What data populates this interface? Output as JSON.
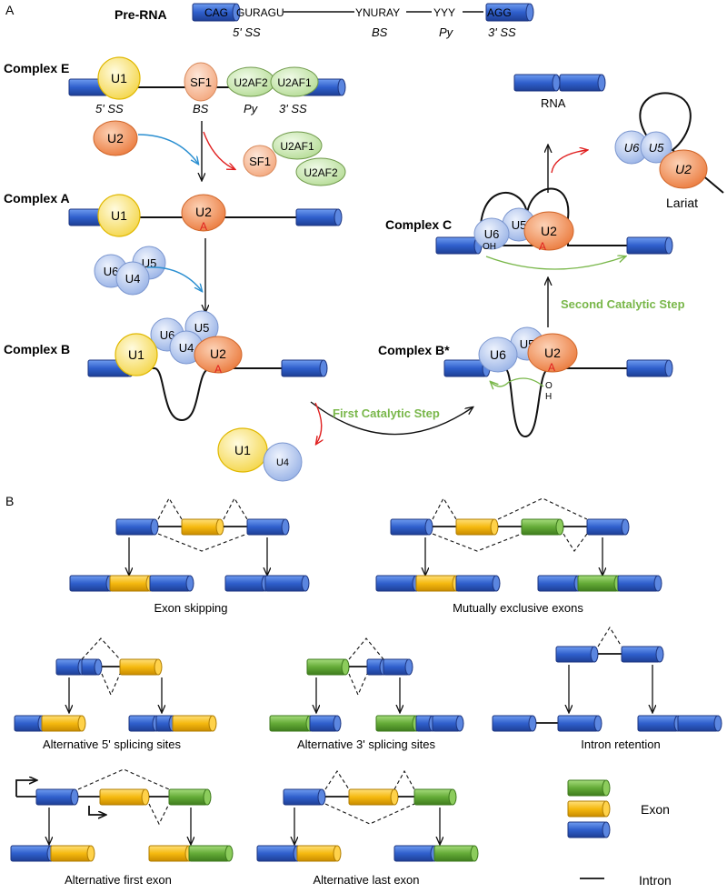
{
  "panel_a": {
    "label": "A",
    "pre_rna": {
      "title": "Pre-RNA",
      "seq_5ss": "CAG",
      "seq_gu": "GURAGU",
      "seq_bs": "YNURAY",
      "seq_py": "YYY",
      "seq_3ss": "AGG",
      "sub_5ss": "5' SS",
      "sub_bs": "BS",
      "sub_py": "Py",
      "sub_3ss": "3' SS"
    },
    "complex_e": {
      "title": "Complex E",
      "sub_5ss": "5' SS",
      "sub_bs": "BS",
      "sub_py": "Py",
      "sub_3ss": "3' SS"
    },
    "complex_a": {
      "title": "Complex A"
    },
    "complex_b": {
      "title": "Complex B"
    },
    "complex_bstar": {
      "title": "Complex B*"
    },
    "complex_c": {
      "title": "Complex C"
    },
    "rna": "RNA",
    "lariat": "Lariat",
    "first_step": "First Catalytic Step",
    "second_step": "Second Catalytic Step",
    "snrnp": {
      "u1": "U1",
      "u2": "U2",
      "u4": "U4",
      "u5": "U5",
      "u6": "U6",
      "sf1": "SF1",
      "u2af1": "U2AF1",
      "u2af2": "U2AF2"
    },
    "adenosine": "A",
    "oh": "OH",
    "o": "O",
    "h": "H"
  },
  "panel_b": {
    "label": "B",
    "exon_skipping": "Exon skipping",
    "mutually_exclusive": "Mutually exclusive exons",
    "alt5": "Alternative 5' splicing sites",
    "alt3": "Alternative 3' splicing sites",
    "intron_retention": "Intron retention",
    "alt_first": "Alternative first exon",
    "alt_last": "Alternative last exon",
    "legend_exon": "Exon",
    "legend_intron": "Intron"
  },
  "colors": {
    "blue_exon": "#3a6fd1",
    "yellow_exon": "#f5c010",
    "green_exon": "#6fb23e",
    "u1": "#f7e27a",
    "u2": "#f08a52",
    "u456": "#b5c8ef",
    "sf1": "#f7b58e",
    "u2af": "#c7e6b0",
    "red_arrow": "#e02020",
    "blue_arrow": "#2b8fd1",
    "green_arrow": "#79b74a"
  }
}
